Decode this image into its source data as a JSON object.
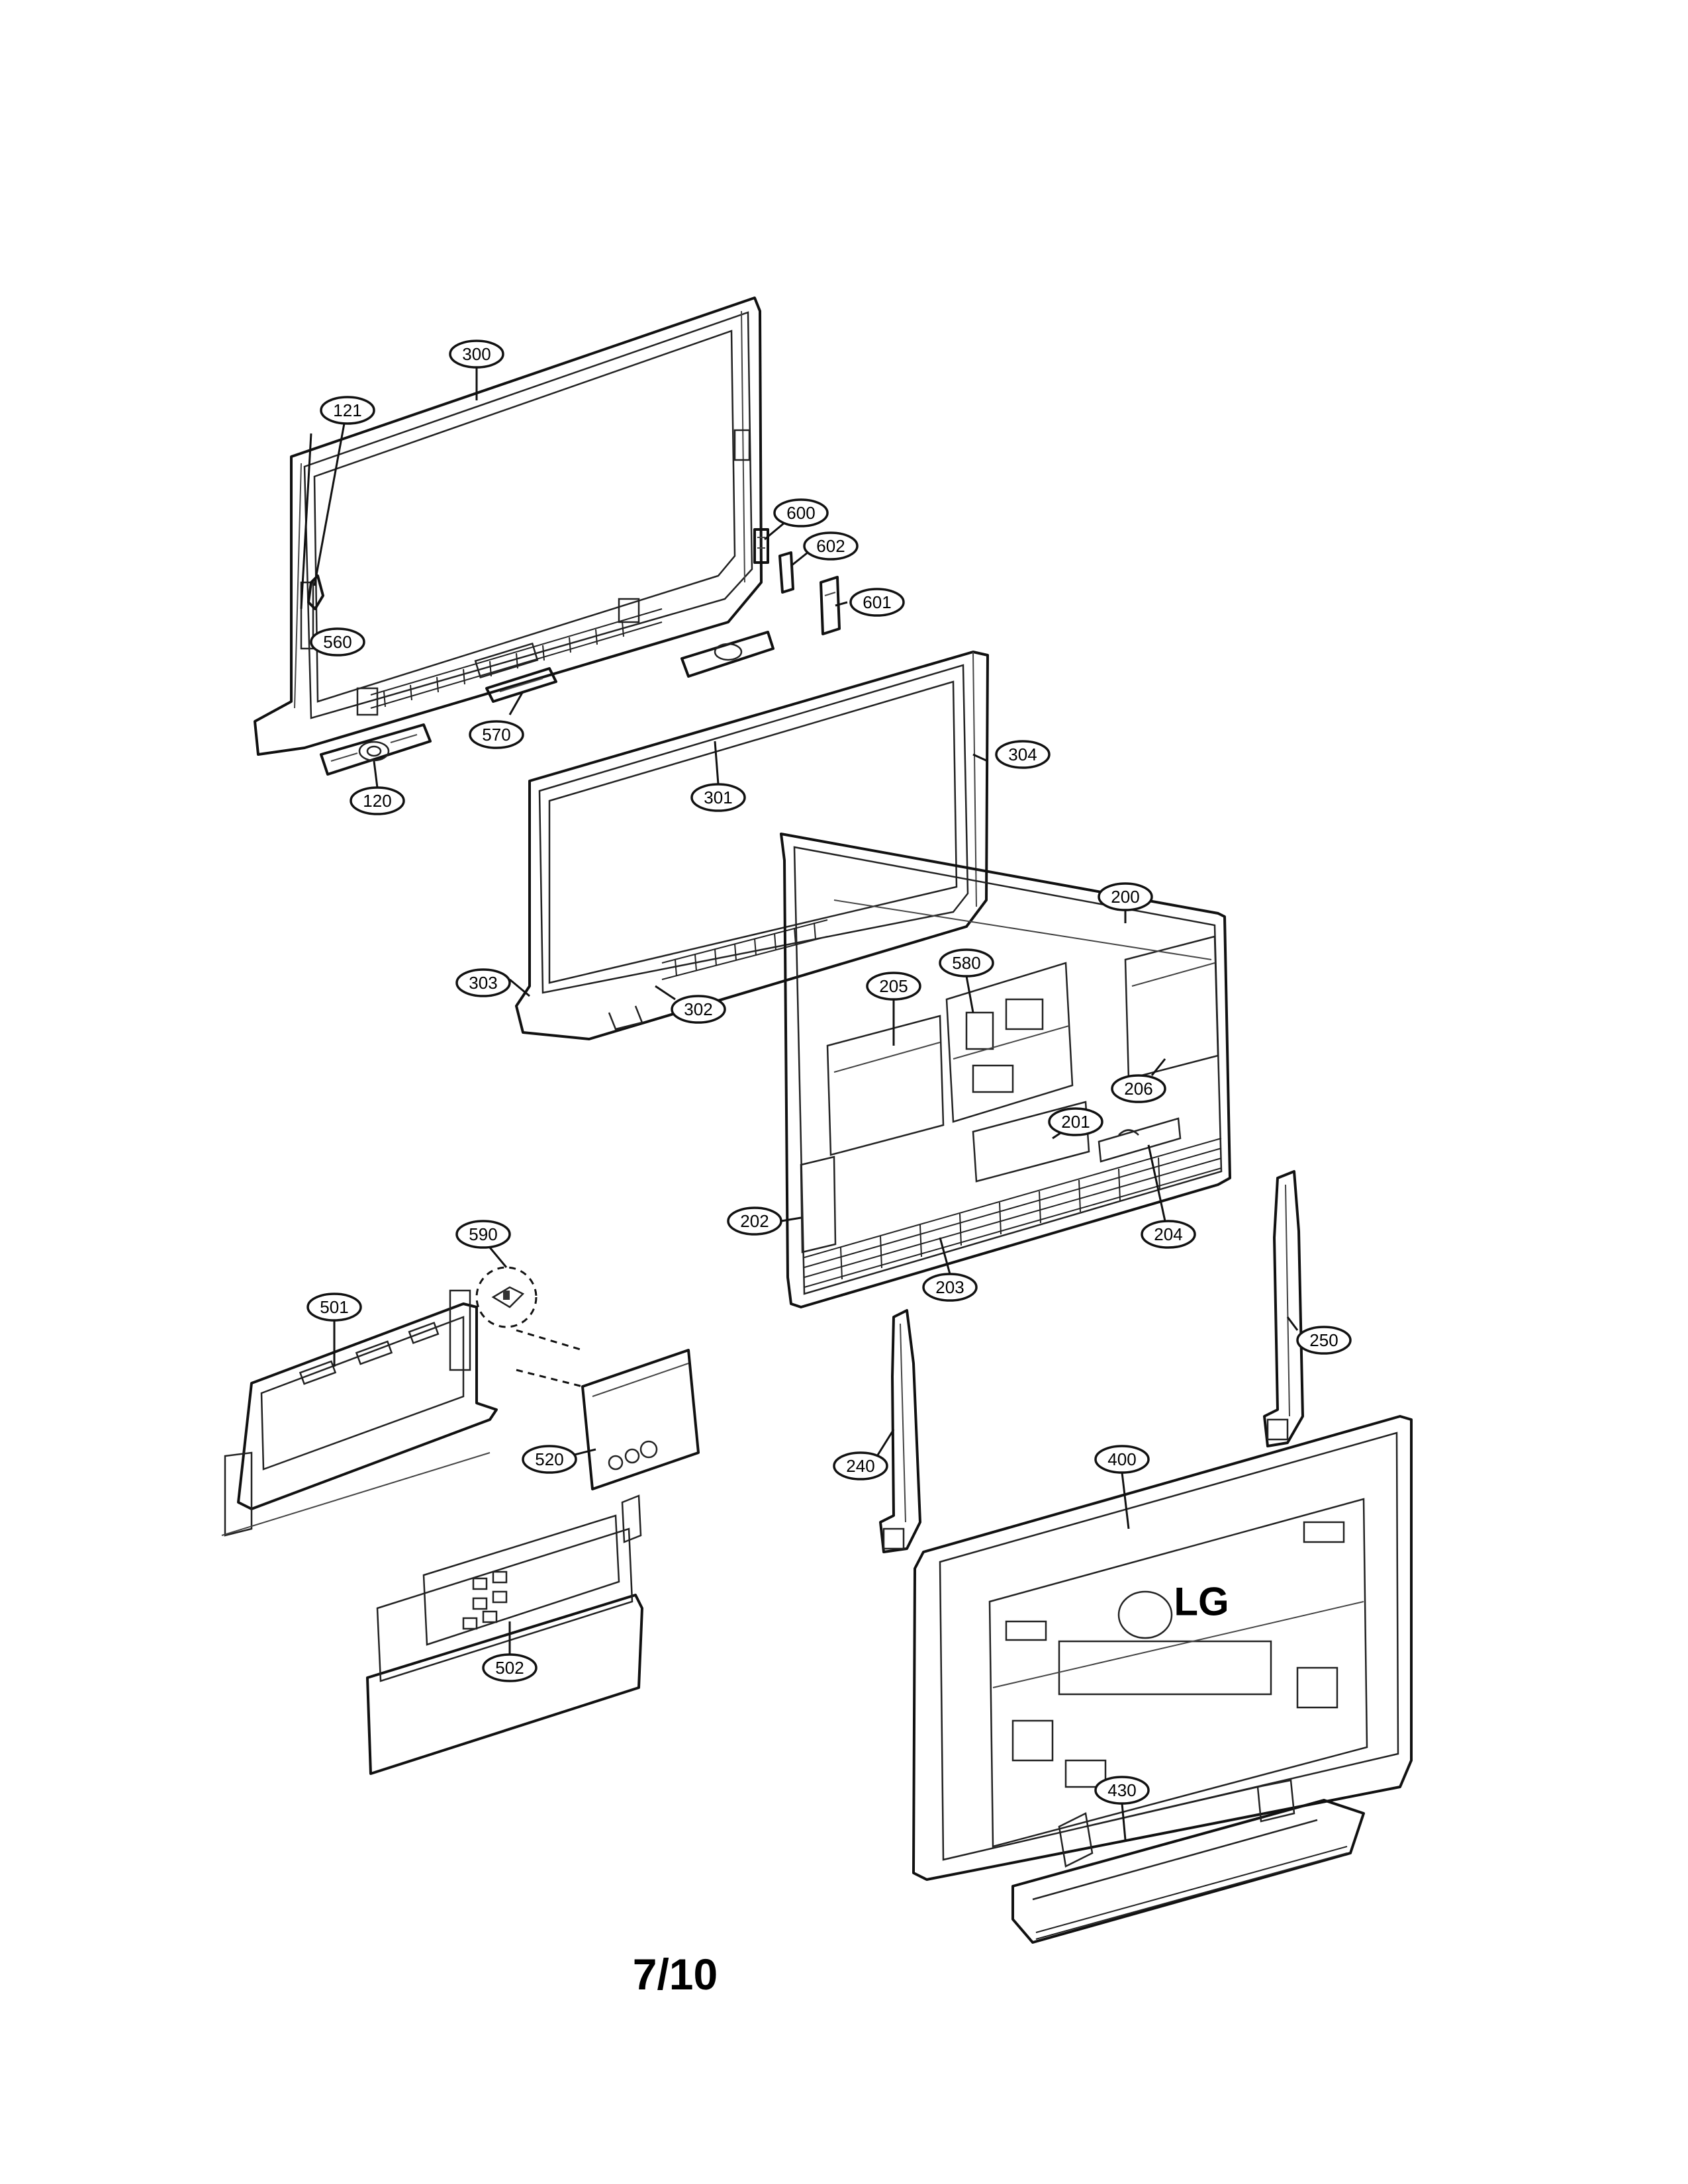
{
  "page_number": "7/10",
  "callouts": [
    {
      "id": "300",
      "label": "300"
    },
    {
      "id": "121",
      "label": "121"
    },
    {
      "id": "560",
      "label": "560"
    },
    {
      "id": "570",
      "label": "570"
    },
    {
      "id": "120",
      "label": "120"
    },
    {
      "id": "600",
      "label": "600"
    },
    {
      "id": "602",
      "label": "602"
    },
    {
      "id": "601",
      "label": "601"
    },
    {
      "id": "301",
      "label": "301"
    },
    {
      "id": "304",
      "label": "304"
    },
    {
      "id": "303",
      "label": "303"
    },
    {
      "id": "302",
      "label": "302"
    },
    {
      "id": "200",
      "label": "200"
    },
    {
      "id": "580",
      "label": "580"
    },
    {
      "id": "205",
      "label": "205"
    },
    {
      "id": "206",
      "label": "206"
    },
    {
      "id": "201",
      "label": "201"
    },
    {
      "id": "202",
      "label": "202"
    },
    {
      "id": "204",
      "label": "204"
    },
    {
      "id": "203",
      "label": "203"
    },
    {
      "id": "590",
      "label": "590"
    },
    {
      "id": "501",
      "label": "501"
    },
    {
      "id": "520",
      "label": "520"
    },
    {
      "id": "502",
      "label": "502"
    },
    {
      "id": "240",
      "label": "240"
    },
    {
      "id": "250",
      "label": "250"
    },
    {
      "id": "400",
      "label": "400"
    },
    {
      "id": "430",
      "label": "430"
    }
  ]
}
